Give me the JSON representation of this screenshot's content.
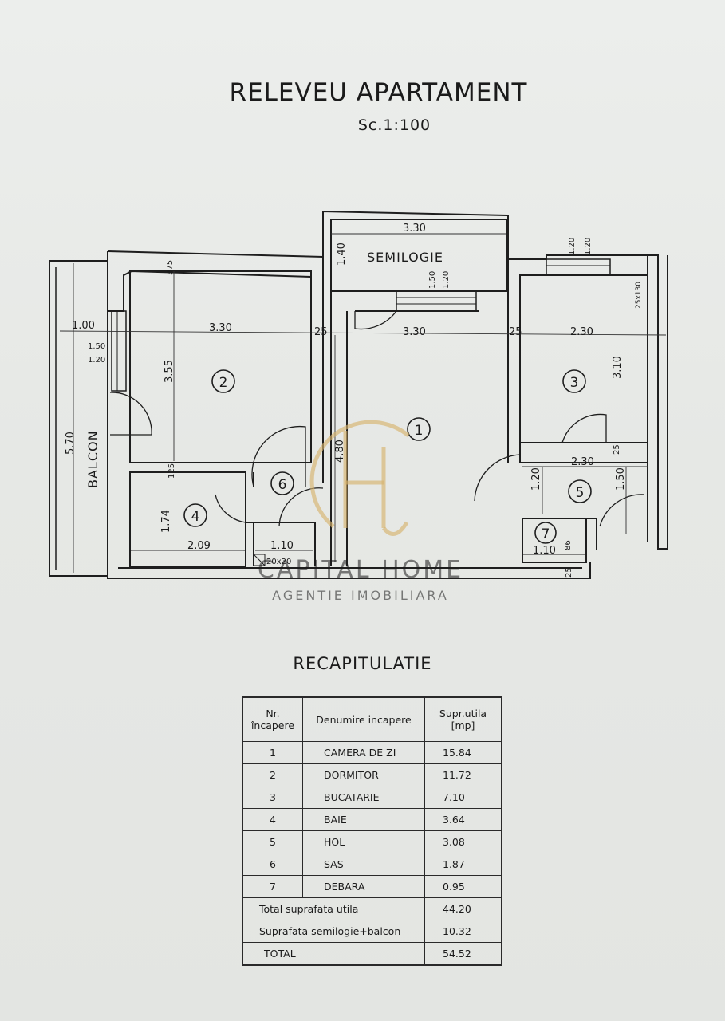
{
  "header": {
    "title": "RELEVEU APARTAMENT",
    "scale": "Sc.1:100"
  },
  "plan": {
    "room_numbers": [
      "1",
      "2",
      "3",
      "4",
      "5",
      "6",
      "7"
    ],
    "room_labels": {
      "semilogie": "SEMILOGIE",
      "balcon": "BALCON"
    },
    "dimensions": {
      "semilogie_width": "3.30",
      "semilogie_depth": "1.40",
      "semilogie_window_a": "1.50",
      "semilogie_window_b": "1.20",
      "wall_375": "375",
      "top_right_120a": "1.20",
      "top_right_120b": "1.20",
      "corner_25x130": "25x130",
      "balcon_width": "1.00",
      "room2_width": "3.30",
      "wall_25_a": "25",
      "room1_width": "3.30",
      "wall_25_b": "25",
      "room3_width": "2.30",
      "window_150": "1.50",
      "window_120": "1.20",
      "room2_depth": "3.55",
      "room3_depth": "3.10",
      "balcon_length": "5.70",
      "room1_depth": "4.80",
      "wall_125": "125",
      "hol_width": "2.30",
      "wall_25_c": "25",
      "hol_120": "1.20",
      "hol_150": "1.50",
      "room4_depth": "1.74",
      "room4_width": "2.09",
      "sas_width": "1.10",
      "shaft": "20x20",
      "debara_width": "1.10",
      "debara_depth": "86",
      "wall_25_d": "25"
    }
  },
  "watermark": {
    "brand": "CAPITAL HOME",
    "tagline": "AGENTIE IMOBILIARA"
  },
  "recap": {
    "title": "RECAPITULATIE",
    "headers": {
      "nr_line1": "Nr.",
      "nr_line2": "încapere",
      "name": "Denumire incapere",
      "area_line1": "Supr.utila",
      "area_line2": "[mp]"
    },
    "rows": [
      {
        "nr": "1",
        "name": "CAMERA DE ZI",
        "area": "15.84"
      },
      {
        "nr": "2",
        "name": "DORMITOR",
        "area": "11.72"
      },
      {
        "nr": "3",
        "name": "BUCATARIE",
        "area": "7.10"
      },
      {
        "nr": "4",
        "name": "BAIE",
        "area": "3.64"
      },
      {
        "nr": "5",
        "name": "HOL",
        "area": "3.08"
      },
      {
        "nr": "6",
        "name": "SAS",
        "area": "1.87"
      },
      {
        "nr": "7",
        "name": "DEBARA",
        "area": "0.95"
      }
    ],
    "total_useful_label": "Total suprafata utila",
    "total_useful_value": "44.20",
    "semilogie_balcon_label": "Suprafata semilogie+balcon",
    "semilogie_balcon_value": "10.32",
    "total_label": "TOTAL",
    "total_value": "54.52"
  }
}
